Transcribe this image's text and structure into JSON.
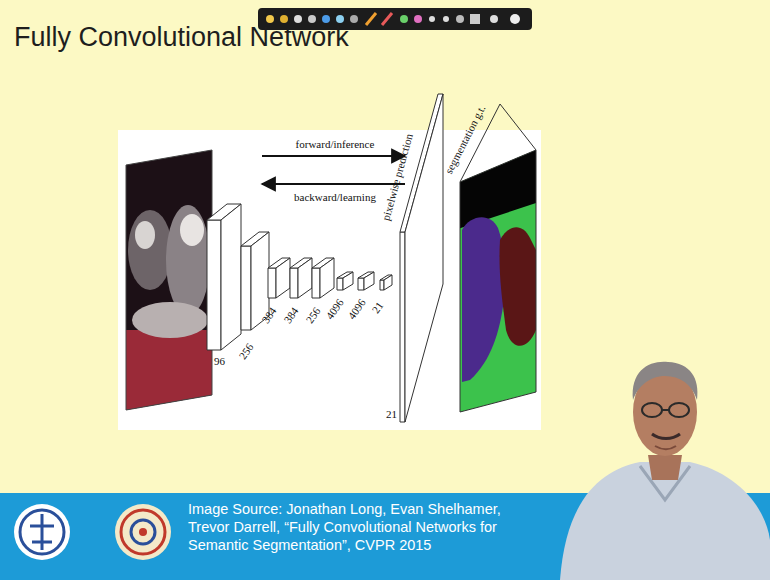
{
  "diagram": {
    "title": "Fully Convolutional Network",
    "caption": "Image Source: Jonathan Long, Evan Shelhamer, Trevor Darrell, “Fully Convolutional Networks for Semantic Segmentation”, CVPR 2015",
    "labels": [
      "forward/inference",
      "backward/learning",
      "pixelwise prediction",
      "segmentation g.t.",
      "96",
      "256",
      "384",
      "384",
      "256",
      "4096",
      "4096",
      "21",
      "21"
    ]
  }
}
